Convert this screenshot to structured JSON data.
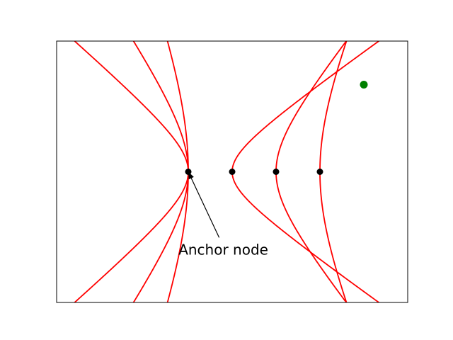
{
  "chart_data": {
    "type": "line",
    "title": "",
    "xlabel": "",
    "ylabel": "",
    "xlim": [
      -4,
      4
    ],
    "ylim": [
      -3,
      3
    ],
    "axes_ticks": false,
    "grid": false,
    "curve_color": "#ff0000",
    "node_color": "#000000",
    "highlight_color": "#008000",
    "nodes": [
      {
        "x": -1,
        "y": 0
      },
      {
        "x": 0,
        "y": 0
      },
      {
        "x": 1,
        "y": 0
      },
      {
        "x": 2,
        "y": 0
      }
    ],
    "highlight_point": {
      "x": 3,
      "y": 2
    },
    "hyperbola_branches": [
      {
        "foci": [
          -1,
          0
        ],
        "vertex_x": -1,
        "opens": "left",
        "b": 0.87
      },
      {
        "foci": [
          -1,
          0
        ],
        "vertex_x": -1,
        "opens": "left",
        "b": 1.49
      },
      {
        "foci": [
          -1,
          0
        ],
        "vertex_x": -1,
        "opens": "left",
        "b": 2.77
      },
      {
        "foci": [
          0,
          0
        ],
        "vertex_x": 0,
        "opens": "right",
        "b": 0.71
      },
      {
        "foci": [
          1,
          0
        ],
        "vertex_x": 1,
        "opens": "right",
        "b": 1.25
      },
      {
        "foci": [
          2,
          0
        ],
        "vertex_x": 2,
        "opens": "right",
        "b": 2.39
      }
    ],
    "annotation": {
      "text": "Anchor node",
      "target": {
        "x": -1,
        "y": 0
      },
      "text_pos": {
        "x": -0.2,
        "y": -1.9
      }
    }
  }
}
